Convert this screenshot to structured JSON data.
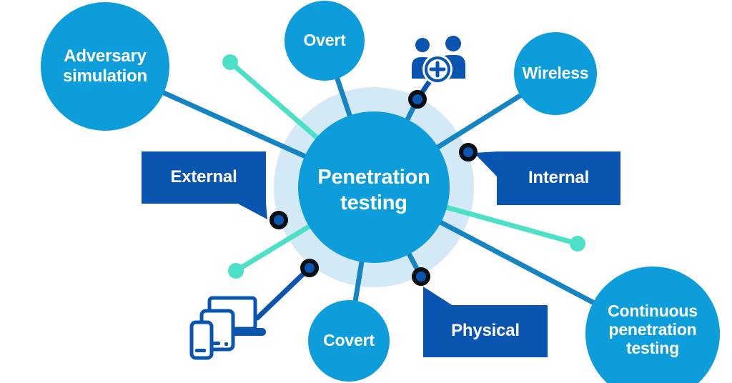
{
  "title": "Penetration testing types diagram",
  "colors": {
    "bg": "#FFFFFF",
    "blue": "#0D9DDB",
    "halo": "#D4E9F6",
    "line": "#1484C2",
    "teal": "#4CE0C6",
    "navy": "#0955B0",
    "ink": "#0B0F14",
    "text": "#FFFFFF"
  },
  "center_node": {
    "label": "Penetration testing"
  },
  "satellite_nodes": [
    {
      "id": "adversary",
      "label": "Adversary simulation"
    },
    {
      "id": "overt",
      "label": "Overt"
    },
    {
      "id": "wireless",
      "label": "Wireless"
    },
    {
      "id": "covert",
      "label": "Covert"
    },
    {
      "id": "continuous",
      "label": "Continuous penetration testing"
    }
  ],
  "tags": [
    {
      "id": "external",
      "label": "External"
    },
    {
      "id": "internal",
      "label": "Internal"
    },
    {
      "id": "physical",
      "label": "Physical"
    }
  ],
  "icons": [
    {
      "name": "team-add-icon"
    },
    {
      "name": "devices-icon"
    }
  ]
}
